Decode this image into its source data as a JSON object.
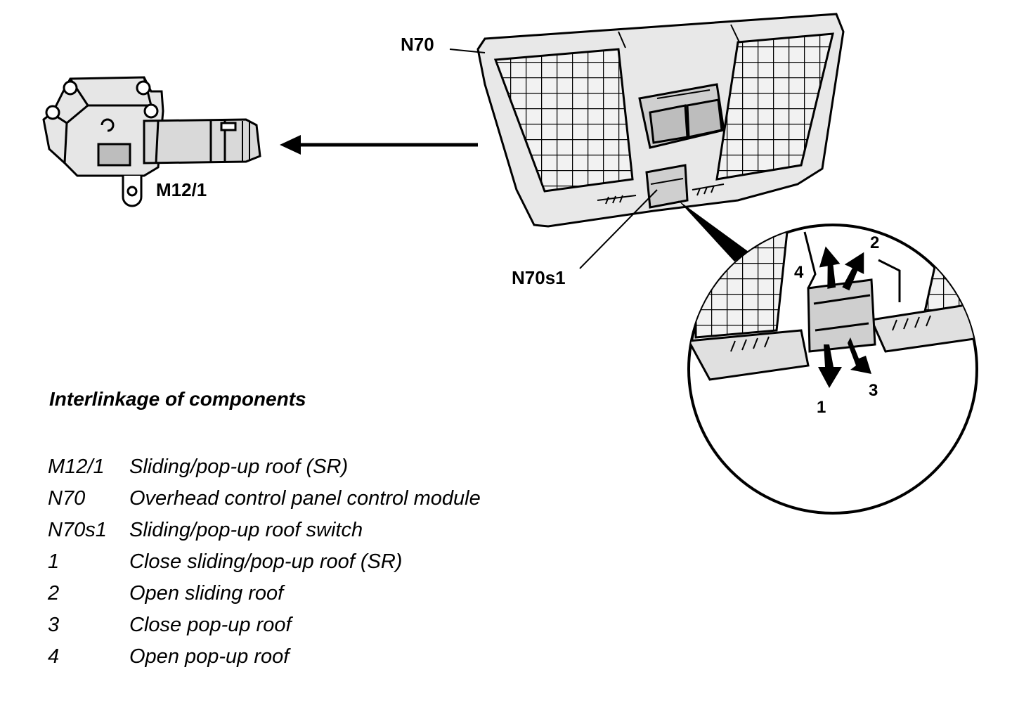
{
  "callouts": {
    "n70": "N70",
    "m12_1": "M12/1",
    "n70s1": "N70s1"
  },
  "switch_directions": [
    "1",
    "2",
    "3",
    "4"
  ],
  "legend": {
    "title": "Interlinkage of components",
    "items": [
      {
        "key": "M12/1",
        "desc": "Sliding/pop-up roof (SR)"
      },
      {
        "key": "N70",
        "desc": "Overhead control panel control module"
      },
      {
        "key": "N70s1",
        "desc": "Sliding/pop-up roof switch"
      },
      {
        "key": "1",
        "desc": "Close sliding/pop-up roof (SR)"
      },
      {
        "key": "2",
        "desc": "Open sliding roof"
      },
      {
        "key": "3",
        "desc": "Close pop-up roof"
      },
      {
        "key": "4",
        "desc": "Open pop-up roof"
      }
    ]
  },
  "colors": {
    "line": "#000000",
    "fill_light": "#d9d9d9",
    "fill_mid": "#bdbdbd",
    "background": "#ffffff"
  }
}
